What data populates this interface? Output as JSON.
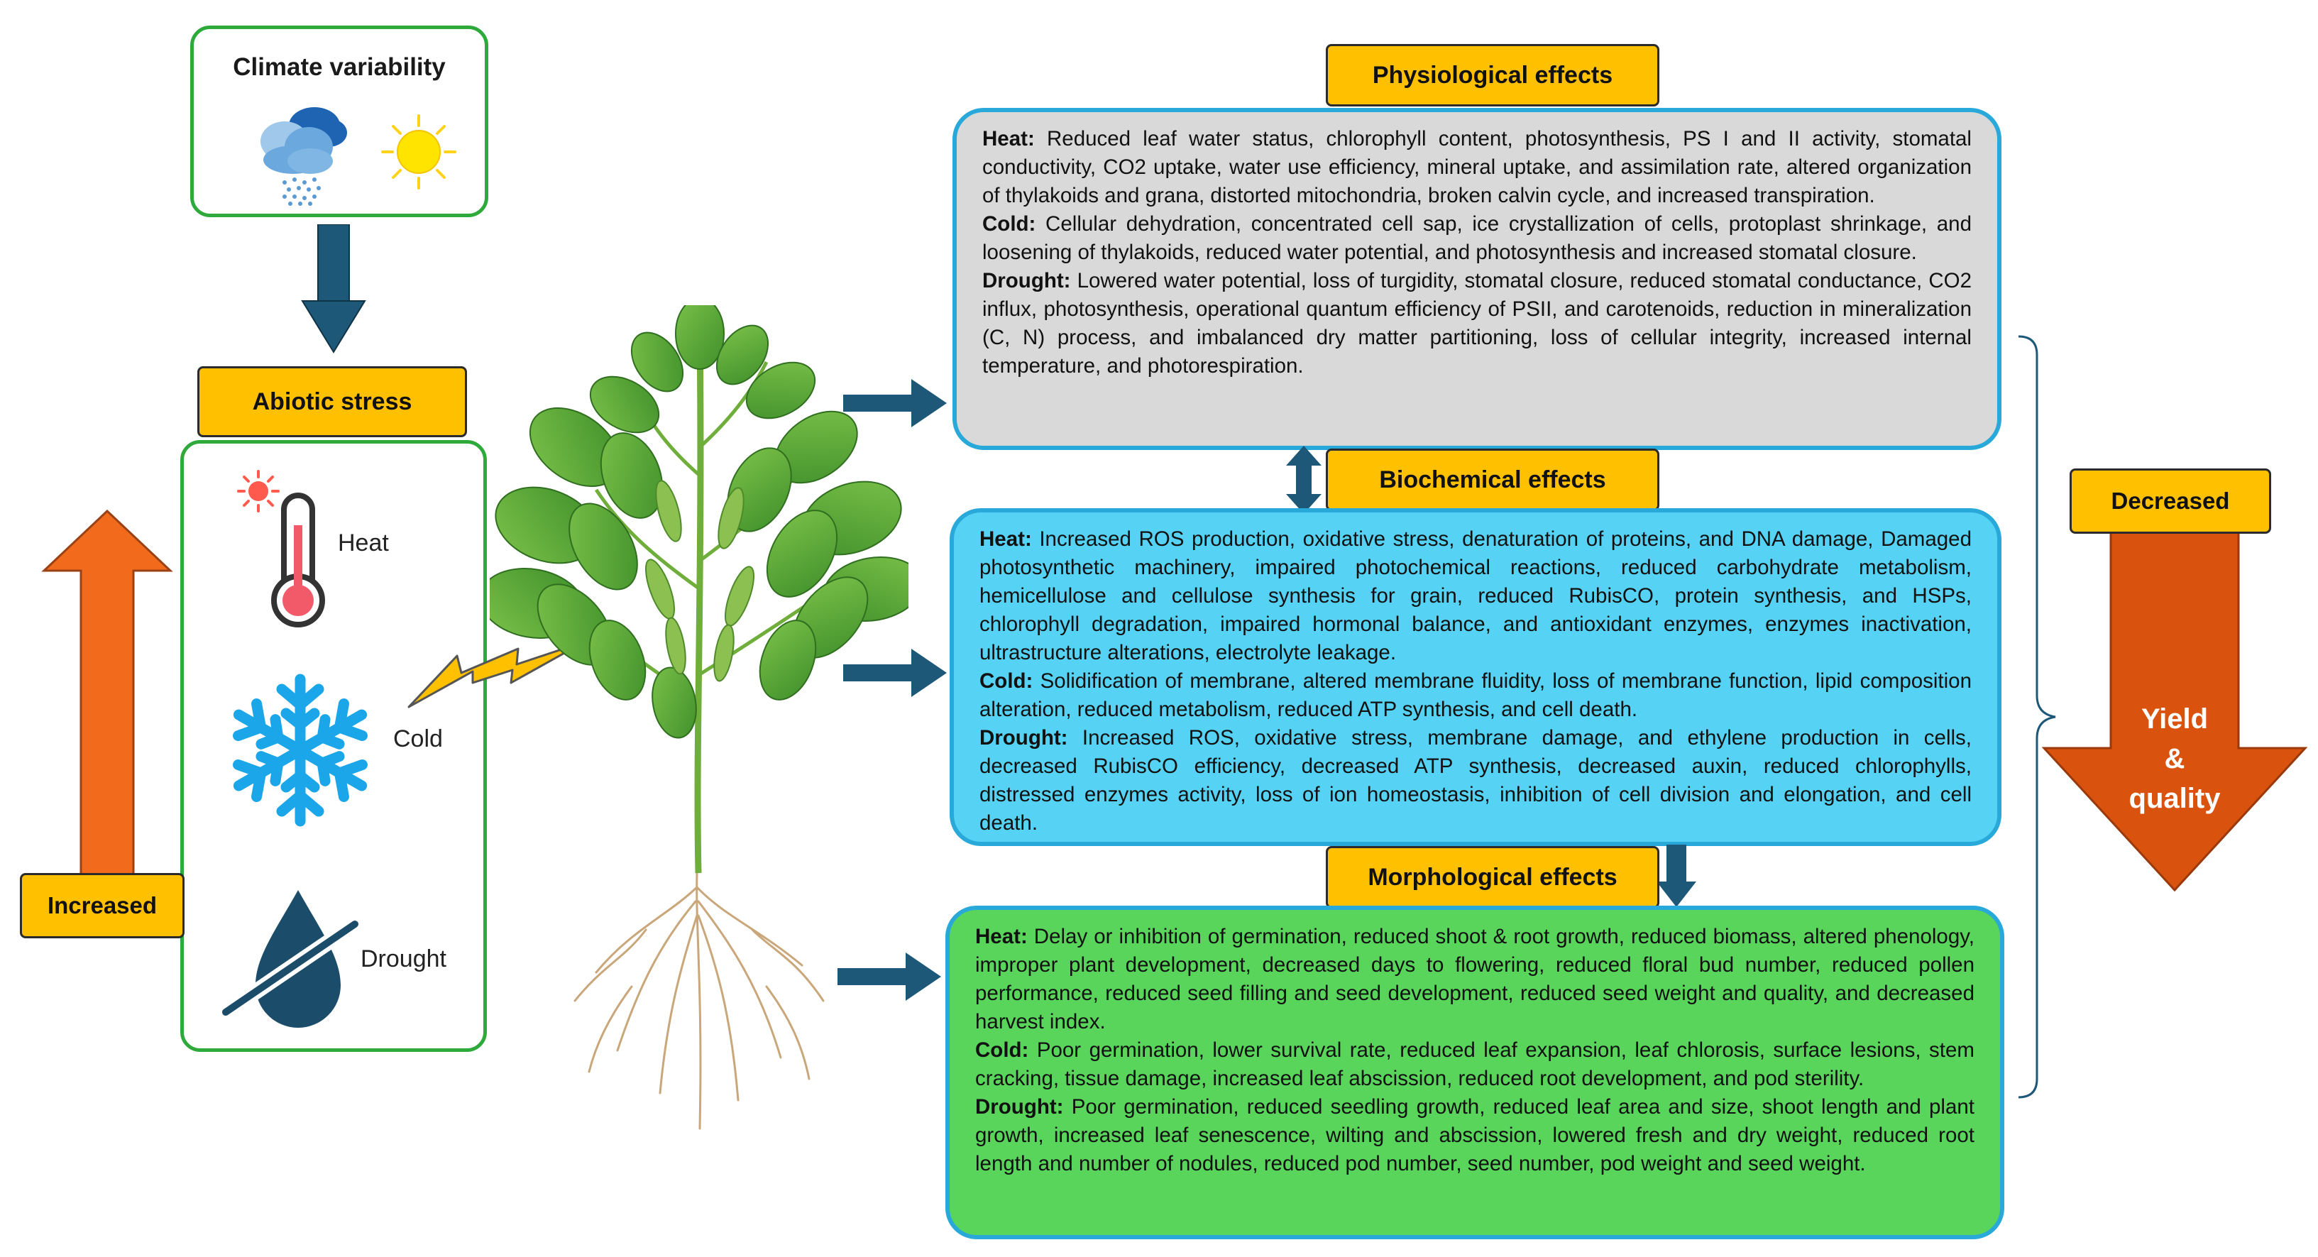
{
  "climate": {
    "title": "Climate variability"
  },
  "abiotic": {
    "title": "Abiotic stress",
    "items": [
      "Heat",
      "Cold",
      "Drought"
    ]
  },
  "increased": "Increased",
  "decreased": "Decreased",
  "outcome": [
    "Yield",
    "&",
    "quality"
  ],
  "physiological": {
    "title": "Physiological effects",
    "heat": {
      "label": "Heat:",
      "text": " Reduced leaf water status, chlorophyll content, photosynthesis, PS I and II activity, stomatal conductivity, CO2 uptake, water use efficiency, mineral uptake, and assimilation rate, altered organization of thylakoids and grana, distorted mitochondria, broken calvin cycle,  and increased transpiration."
    },
    "cold": {
      "label": "Cold:",
      "text": " Cellular dehydration, concentrated cell sap, ice crystallization of cells, protoplast shrinkage, and loosening of thylakoids, reduced water potential, and photosynthesis and increased stomatal closure."
    },
    "drought": {
      "label": "Drought:",
      "text": " Lowered water potential, loss of turgidity, stomatal closure, reduced stomatal conductance, CO2 influx, photosynthesis, operational quantum efficiency of PSII, and carotenoids, reduction in mineralization  (C, N) process, and imbalanced dry matter partitioning, loss of cellular integrity, increased internal temperature, and photorespiration."
    }
  },
  "biochemical": {
    "title": "Biochemical effects",
    "heat": {
      "label": "Heat:",
      "text": " Increased ROS production, oxidative stress, denaturation of proteins, and DNA damage, Damaged photosynthetic machinery, impaired photochemical reactions, reduced carbohydrate metabolism, hemicellulose and cellulose synthesis for grain, reduced RubisCO, protein synthesis, and HSPs, chlorophyll degradation, impaired hormonal balance, and antioxidant enzymes, enzymes inactivation, ultrastructure alterations, electrolyte leakage."
    },
    "cold": {
      "label": "Cold:",
      "text": " Solidification of membrane, altered membrane fluidity, loss of membrane function, lipid composition alteration, reduced metabolism, reduced ATP synthesis, and cell death."
    },
    "drought": {
      "label": "Drought:",
      "text": " Increased ROS, oxidative stress, membrane damage,  and ethylene production in cells, decreased RubisCO efficiency, decreased ATP synthesis, decreased auxin, reduced chlorophylls, distressed enzymes activity, loss of ion homeostasis, inhibition of cell division and elongation, and cell death."
    }
  },
  "morphological": {
    "title": "Morphological effects",
    "heat": {
      "label": "Heat:",
      "text": " Delay or inhibition of germination, reduced shoot & root growth, reduced biomass, altered phenology,  improper plant development, decreased days to flowering, reduced floral bud number, reduced pollen performance, reduced seed filling and seed development, reduced seed weight and quality, and decreased harvest index."
    },
    "cold": {
      "label": "Cold:",
      "text": " Poor germination, lower survival rate, reduced leaf expansion, leaf chlorosis, surface lesions, stem cracking, tissue damage, increased leaf abscission, reduced root development, and pod sterility."
    },
    "drought": {
      "label": "Drought:",
      "text": "  Poor germination, reduced seedling growth, reduced leaf area and size, shoot length and plant growth, increased leaf senescence,  wilting and abscission,  lowered fresh and dry weight, reduced root length and number of nodules, reduced pod number, seed number, pod weight and seed weight."
    }
  },
  "colors": {
    "label": "#ffc000",
    "arrow_blue": "#1d5878",
    "green_border": "#2eaa3b",
    "panel_border": "#29a9d9",
    "grey": "#d9d9d9",
    "blue": "#55d2f4",
    "green": "#59d55c",
    "increased_arrow": "#f26b1d",
    "decreased_arrow": "#d9530f"
  },
  "icons": [
    "cloud-rain-icon",
    "sun-icon",
    "thermometer-icon",
    "snowflake-icon",
    "no-water-drop-icon",
    "lightning-icon",
    "plant-illustration"
  ]
}
